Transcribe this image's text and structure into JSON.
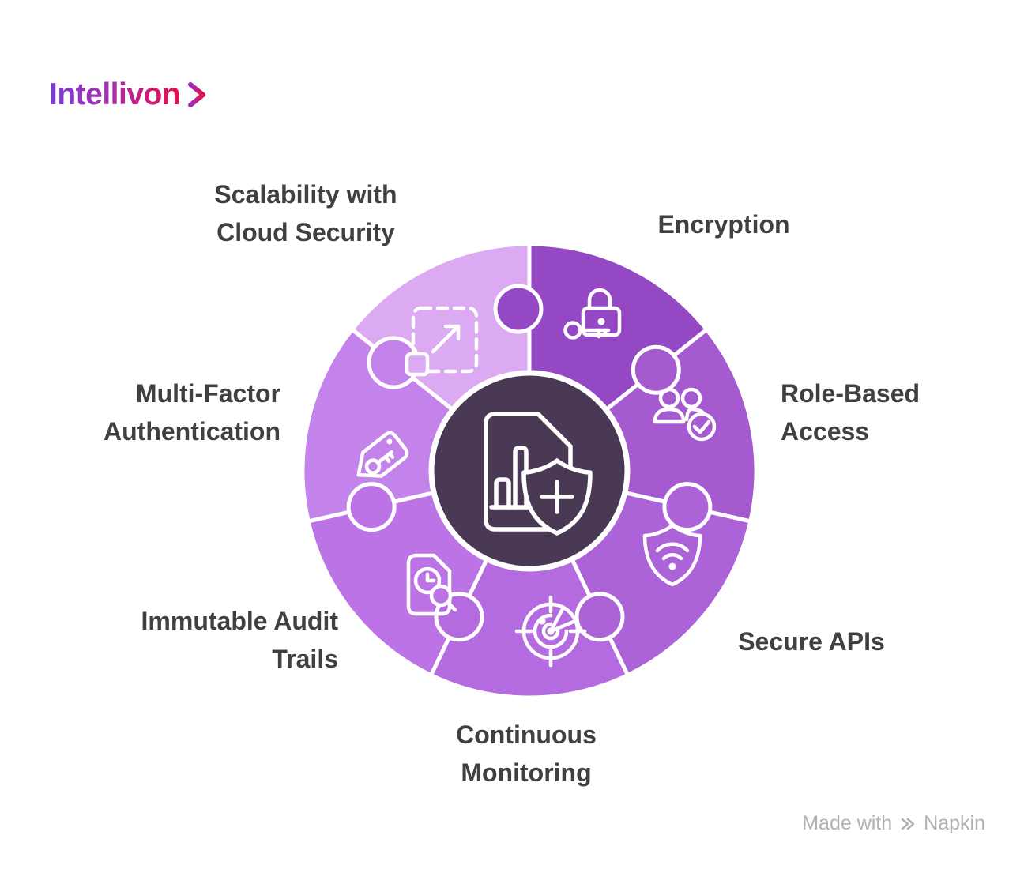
{
  "logo": {
    "text": "Intellivon",
    "chevron_icon": "chevron-right-icon",
    "gradient_start": "#7d3bd4",
    "gradient_end": "#e31148"
  },
  "diagram": {
    "type": "puzzle-wheel",
    "center": {
      "icon": "document-chart-shield-plus-icon",
      "color": "#4a3955"
    },
    "stroke_color": "#ffffff",
    "segments": [
      {
        "id": "encryption",
        "label": "Encryption",
        "color": "#9448c4",
        "icon": "lock-key-icon"
      },
      {
        "id": "role-based-access",
        "label": "Role-Based\nAccess",
        "color": "#a55ad0",
        "icon": "users-check-icon"
      },
      {
        "id": "secure-apis",
        "label": "Secure APIs",
        "color": "#ad63d8",
        "icon": "shield-wifi-icon"
      },
      {
        "id": "continuous-monitoring",
        "label": "Continuous\nMonitoring",
        "color": "#b56be0",
        "icon": "radar-icon"
      },
      {
        "id": "immutable-audit-trails",
        "label": "Immutable Audit\nTrails",
        "color": "#bb73e5",
        "icon": "document-search-icon"
      },
      {
        "id": "multi-factor-authentication",
        "label": "Multi-Factor\nAuthentication",
        "color": "#c383ea",
        "icon": "key-tag-icon"
      },
      {
        "id": "scalability-cloud-security",
        "label": "Scalability with\nCloud Security",
        "color": "#dcaaf2",
        "icon": "expand-icon"
      }
    ],
    "label_color": "#404040"
  },
  "footer": {
    "made_with": "Made with",
    "brand": "Napkin",
    "logo_icon": "napkin-icon",
    "color": "#b3afb2"
  }
}
